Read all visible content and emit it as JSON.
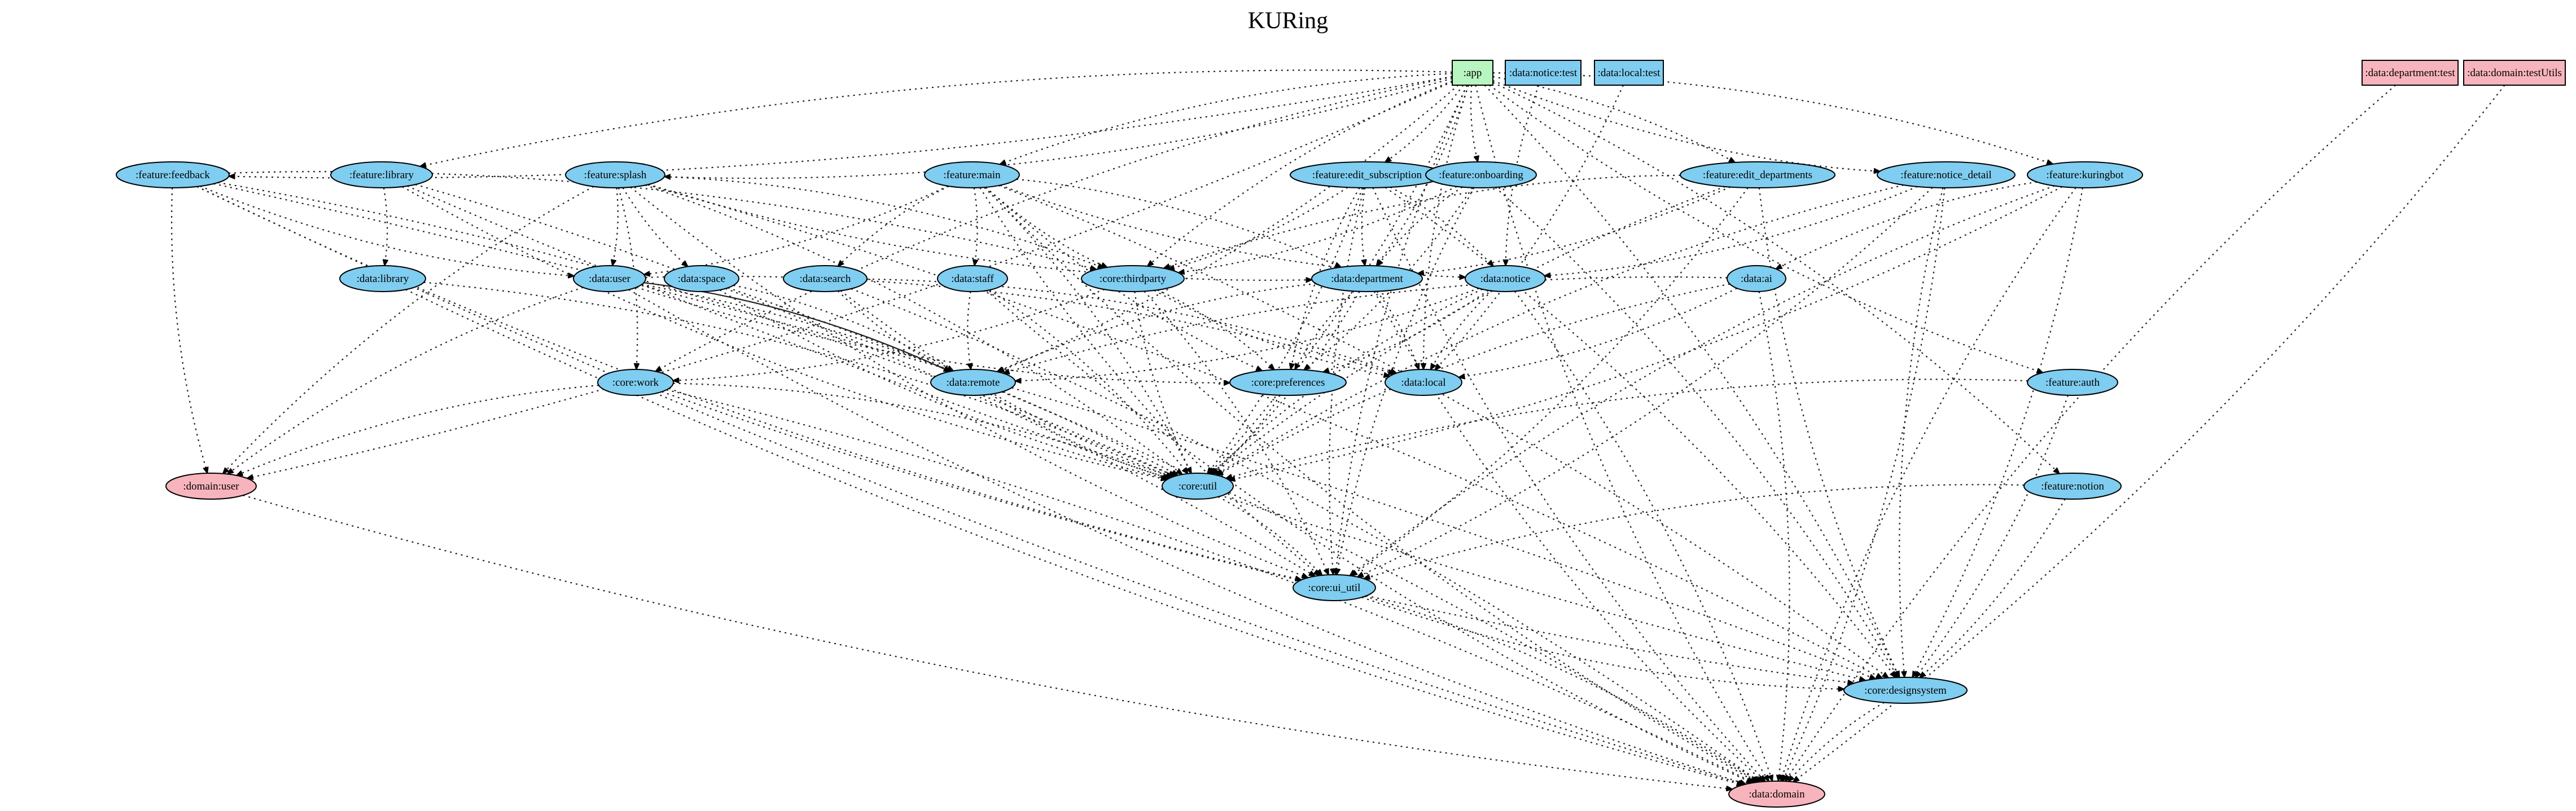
{
  "graph": {
    "title": "KURing",
    "colors": {
      "app": "#b8f5c0",
      "android_module": "#7fcdf0",
      "jvm_module": "#f8b4bc",
      "edge": "#222222"
    },
    "nodes": [
      {
        "id": "app",
        "label": ":app",
        "shape": "box",
        "kind": "app"
      },
      {
        "id": "data_notice_test",
        "label": ":data:notice:test",
        "shape": "box",
        "kind": "android_module"
      },
      {
        "id": "data_local_test",
        "label": ":data:local:test",
        "shape": "box",
        "kind": "android_module"
      },
      {
        "id": "data_department_test",
        "label": ":data:department:test",
        "shape": "box",
        "kind": "jvm_module"
      },
      {
        "id": "data_domain_testUtils",
        "label": ":data:domain:testUtils",
        "shape": "box",
        "kind": "jvm_module"
      },
      {
        "id": "feature_feedback",
        "label": ":feature:feedback",
        "shape": "ellipse",
        "kind": "android_module"
      },
      {
        "id": "feature_library",
        "label": ":feature:library",
        "shape": "ellipse",
        "kind": "android_module"
      },
      {
        "id": "feature_splash",
        "label": ":feature:splash",
        "shape": "ellipse",
        "kind": "android_module"
      },
      {
        "id": "feature_main",
        "label": ":feature:main",
        "shape": "ellipse",
        "kind": "android_module"
      },
      {
        "id": "feature_edit_subscription",
        "label": ":feature:edit_subscription",
        "shape": "ellipse",
        "kind": "android_module"
      },
      {
        "id": "feature_onboarding",
        "label": ":feature:onboarding",
        "shape": "ellipse",
        "kind": "android_module"
      },
      {
        "id": "feature_edit_departments",
        "label": ":feature:edit_departments",
        "shape": "ellipse",
        "kind": "android_module"
      },
      {
        "id": "feature_notice_detail",
        "label": ":feature:notice_detail",
        "shape": "ellipse",
        "kind": "android_module"
      },
      {
        "id": "feature_kuringbot",
        "label": ":feature:kuringbot",
        "shape": "ellipse",
        "kind": "android_module"
      },
      {
        "id": "data_library",
        "label": ":data:library",
        "shape": "ellipse",
        "kind": "android_module"
      },
      {
        "id": "data_user",
        "label": ":data:user",
        "shape": "ellipse",
        "kind": "android_module"
      },
      {
        "id": "data_space",
        "label": ":data:space",
        "shape": "ellipse",
        "kind": "android_module"
      },
      {
        "id": "data_search",
        "label": ":data:search",
        "shape": "ellipse",
        "kind": "android_module"
      },
      {
        "id": "data_staff",
        "label": ":data:staff",
        "shape": "ellipse",
        "kind": "android_module"
      },
      {
        "id": "core_thirdparty",
        "label": ":core:thirdparty",
        "shape": "ellipse",
        "kind": "android_module"
      },
      {
        "id": "data_department",
        "label": ":data:department",
        "shape": "ellipse",
        "kind": "android_module"
      },
      {
        "id": "data_notice",
        "label": ":data:notice",
        "shape": "ellipse",
        "kind": "android_module"
      },
      {
        "id": "data_ai",
        "label": ":data:ai",
        "shape": "ellipse",
        "kind": "android_module"
      },
      {
        "id": "core_work",
        "label": ":core:work",
        "shape": "ellipse",
        "kind": "android_module"
      },
      {
        "id": "data_remote",
        "label": ":data:remote",
        "shape": "ellipse",
        "kind": "android_module"
      },
      {
        "id": "core_preferences",
        "label": ":core:preferences",
        "shape": "ellipse",
        "kind": "android_module"
      },
      {
        "id": "data_local",
        "label": ":data:local",
        "shape": "ellipse",
        "kind": "android_module"
      },
      {
        "id": "feature_auth",
        "label": ":feature:auth",
        "shape": "ellipse",
        "kind": "android_module"
      },
      {
        "id": "domain_user",
        "label": ":domain:user",
        "shape": "ellipse",
        "kind": "jvm_module"
      },
      {
        "id": "core_util",
        "label": ":core:util",
        "shape": "ellipse",
        "kind": "android_module"
      },
      {
        "id": "feature_notion",
        "label": ":feature:notion",
        "shape": "ellipse",
        "kind": "android_module"
      },
      {
        "id": "core_ui_util",
        "label": ":core:ui_util",
        "shape": "ellipse",
        "kind": "android_module"
      },
      {
        "id": "core_designsystem",
        "label": ":core:designsystem",
        "shape": "ellipse",
        "kind": "android_module"
      },
      {
        "id": "data_domain",
        "label": ":data:domain",
        "shape": "ellipse",
        "kind": "jvm_module"
      }
    ],
    "edges": [
      {
        "from": "app",
        "to": "feature_feedback",
        "style": "dotted"
      },
      {
        "from": "app",
        "to": "feature_library",
        "style": "dotted"
      },
      {
        "from": "app",
        "to": "feature_splash",
        "style": "dotted"
      },
      {
        "from": "app",
        "to": "feature_main",
        "style": "dotted"
      },
      {
        "from": "app",
        "to": "feature_edit_subscription",
        "style": "dotted"
      },
      {
        "from": "app",
        "to": "feature_onboarding",
        "style": "dotted"
      },
      {
        "from": "app",
        "to": "feature_edit_departments",
        "style": "dotted"
      },
      {
        "from": "app",
        "to": "feature_notice_detail",
        "style": "dotted"
      },
      {
        "from": "app",
        "to": "feature_kuringbot",
        "style": "dotted"
      },
      {
        "from": "app",
        "to": "feature_auth",
        "style": "dotted"
      },
      {
        "from": "app",
        "to": "feature_notion",
        "style": "dotted"
      },
      {
        "from": "app",
        "to": "core_thirdparty",
        "style": "dotted"
      },
      {
        "from": "app",
        "to": "data_department",
        "style": "dotted"
      },
      {
        "from": "app",
        "to": "data_local",
        "style": "dotted"
      },
      {
        "from": "app",
        "to": "core_util",
        "style": "dotted"
      },
      {
        "from": "app",
        "to": "core_ui_util",
        "style": "dotted"
      },
      {
        "from": "app",
        "to": "core_designsystem",
        "style": "dotted"
      },
      {
        "from": "app",
        "to": "data_domain",
        "style": "dotted"
      },
      {
        "from": "app",
        "to": "domain_user",
        "style": "dotted"
      },
      {
        "from": "app",
        "to": "core_work",
        "style": "dotted"
      },
      {
        "from": "app",
        "to": "data_remote",
        "style": "dotted"
      },
      {
        "from": "data_notice_test",
        "to": "data_notice",
        "style": "dotted"
      },
      {
        "from": "data_local_test",
        "to": "data_local",
        "style": "dotted"
      },
      {
        "from": "data_department_test",
        "to": "data_domain",
        "style": "dotted"
      },
      {
        "from": "data_domain_testUtils",
        "to": "data_domain",
        "style": "dotted"
      },
      {
        "from": "feature_feedback",
        "to": "data_user",
        "style": "dotted"
      },
      {
        "from": "feature_feedback",
        "to": "core_thirdparty",
        "style": "dotted"
      },
      {
        "from": "feature_feedback",
        "to": "domain_user",
        "style": "dotted"
      },
      {
        "from": "feature_feedback",
        "to": "core_util",
        "style": "dotted"
      },
      {
        "from": "feature_feedback",
        "to": "core_ui_util",
        "style": "dotted"
      },
      {
        "from": "feature_feedback",
        "to": "core_designsystem",
        "style": "dotted"
      },
      {
        "from": "feature_feedback",
        "to": "data_domain",
        "style": "dotted"
      },
      {
        "from": "feature_library",
        "to": "data_library",
        "style": "dotted"
      },
      {
        "from": "feature_library",
        "to": "core_util",
        "style": "dotted"
      },
      {
        "from": "feature_library",
        "to": "core_ui_util",
        "style": "dotted"
      },
      {
        "from": "feature_library",
        "to": "core_designsystem",
        "style": "dotted"
      },
      {
        "from": "feature_splash",
        "to": "data_user",
        "style": "dotted"
      },
      {
        "from": "feature_splash",
        "to": "data_space",
        "style": "dotted"
      },
      {
        "from": "feature_splash",
        "to": "core_thirdparty",
        "style": "dotted"
      },
      {
        "from": "feature_splash",
        "to": "data_department",
        "style": "dotted"
      },
      {
        "from": "feature_splash",
        "to": "core_work",
        "style": "dotted"
      },
      {
        "from": "feature_splash",
        "to": "domain_user",
        "style": "dotted"
      },
      {
        "from": "feature_splash",
        "to": "core_util",
        "style": "dotted"
      },
      {
        "from": "feature_splash",
        "to": "core_ui_util",
        "style": "dotted"
      },
      {
        "from": "feature_splash",
        "to": "core_designsystem",
        "style": "dotted"
      },
      {
        "from": "feature_main",
        "to": "data_search",
        "style": "dotted"
      },
      {
        "from": "feature_main",
        "to": "data_staff",
        "style": "dotted"
      },
      {
        "from": "feature_main",
        "to": "core_thirdparty",
        "style": "dotted"
      },
      {
        "from": "feature_main",
        "to": "data_department",
        "style": "dotted"
      },
      {
        "from": "feature_main",
        "to": "data_notice",
        "style": "dotted"
      },
      {
        "from": "feature_main",
        "to": "data_user",
        "style": "dotted"
      },
      {
        "from": "feature_main",
        "to": "core_preferences",
        "style": "dotted"
      },
      {
        "from": "feature_main",
        "to": "core_util",
        "style": "dotted"
      },
      {
        "from": "feature_main",
        "to": "core_ui_util",
        "style": "dotted"
      },
      {
        "from": "feature_main",
        "to": "core_designsystem",
        "style": "dotted"
      },
      {
        "from": "feature_main",
        "to": "data_domain",
        "style": "dotted"
      },
      {
        "from": "feature_edit_subscription",
        "to": "core_thirdparty",
        "style": "dotted"
      },
      {
        "from": "feature_edit_subscription",
        "to": "data_department",
        "style": "dotted"
      },
      {
        "from": "feature_edit_subscription",
        "to": "data_notice",
        "style": "dotted"
      },
      {
        "from": "feature_edit_subscription",
        "to": "core_preferences",
        "style": "dotted"
      },
      {
        "from": "feature_edit_subscription",
        "to": "core_util",
        "style": "dotted"
      },
      {
        "from": "feature_edit_subscription",
        "to": "core_ui_util",
        "style": "dotted"
      },
      {
        "from": "feature_edit_subscription",
        "to": "core_designsystem",
        "style": "dotted"
      },
      {
        "from": "feature_edit_subscription",
        "to": "data_domain",
        "style": "dotted"
      },
      {
        "from": "feature_onboarding",
        "to": "core_thirdparty",
        "style": "dotted"
      },
      {
        "from": "feature_onboarding",
        "to": "data_department",
        "style": "dotted"
      },
      {
        "from": "feature_onboarding",
        "to": "core_preferences",
        "style": "dotted"
      },
      {
        "from": "feature_onboarding",
        "to": "core_ui_util",
        "style": "dotted"
      },
      {
        "from": "feature_onboarding",
        "to": "core_designsystem",
        "style": "dotted"
      },
      {
        "from": "feature_edit_departments",
        "to": "core_thirdparty",
        "style": "dotted"
      },
      {
        "from": "feature_edit_departments",
        "to": "data_department",
        "style": "dotted"
      },
      {
        "from": "feature_edit_departments",
        "to": "core_util",
        "style": "dotted"
      },
      {
        "from": "feature_edit_departments",
        "to": "core_ui_util",
        "style": "dotted"
      },
      {
        "from": "feature_edit_departments",
        "to": "core_designsystem",
        "style": "dotted"
      },
      {
        "from": "feature_notice_detail",
        "to": "data_notice",
        "style": "dotted"
      },
      {
        "from": "feature_notice_detail",
        "to": "core_util",
        "style": "dotted"
      },
      {
        "from": "feature_notice_detail",
        "to": "core_ui_util",
        "style": "dotted"
      },
      {
        "from": "feature_notice_detail",
        "to": "core_designsystem",
        "style": "dotted"
      },
      {
        "from": "feature_notice_detail",
        "to": "data_domain",
        "style": "dotted"
      },
      {
        "from": "feature_kuringbot",
        "to": "data_ai",
        "style": "dotted"
      },
      {
        "from": "feature_kuringbot",
        "to": "core_util",
        "style": "dotted"
      },
      {
        "from": "feature_kuringbot",
        "to": "core_ui_util",
        "style": "dotted"
      },
      {
        "from": "feature_kuringbot",
        "to": "core_designsystem",
        "style": "dotted"
      },
      {
        "from": "feature_kuringbot",
        "to": "data_domain",
        "style": "dotted"
      },
      {
        "from": "data_library",
        "to": "core_util",
        "style": "dotted"
      },
      {
        "from": "data_library",
        "to": "data_domain",
        "style": "dotted"
      },
      {
        "from": "data_user",
        "to": "data_remote",
        "style": "solid"
      },
      {
        "from": "data_user",
        "to": "core_preferences",
        "style": "dotted"
      },
      {
        "from": "data_user",
        "to": "data_local",
        "style": "dotted"
      },
      {
        "from": "data_user",
        "to": "domain_user",
        "style": "dotted"
      },
      {
        "from": "data_user",
        "to": "core_util",
        "style": "dotted"
      },
      {
        "from": "data_user",
        "to": "data_domain",
        "style": "dotted"
      },
      {
        "from": "data_space",
        "to": "data_remote",
        "style": "dotted"
      },
      {
        "from": "data_space",
        "to": "core_util",
        "style": "dotted"
      },
      {
        "from": "data_space",
        "to": "data_domain",
        "style": "dotted"
      },
      {
        "from": "data_search",
        "to": "data_remote",
        "style": "dotted"
      },
      {
        "from": "data_search",
        "to": "data_local",
        "style": "dotted"
      },
      {
        "from": "data_search",
        "to": "core_util",
        "style": "dotted"
      },
      {
        "from": "data_search",
        "to": "data_domain",
        "style": "dotted"
      },
      {
        "from": "data_staff",
        "to": "data_remote",
        "style": "dotted"
      },
      {
        "from": "data_staff",
        "to": "core_util",
        "style": "dotted"
      },
      {
        "from": "data_staff",
        "to": "data_domain",
        "style": "dotted"
      },
      {
        "from": "core_thirdparty",
        "to": "core_preferences",
        "style": "dotted"
      },
      {
        "from": "core_thirdparty",
        "to": "core_util",
        "style": "dotted"
      },
      {
        "from": "core_thirdparty",
        "to": "core_work",
        "style": "dotted"
      },
      {
        "from": "core_thirdparty",
        "to": "data_local",
        "style": "dotted"
      },
      {
        "from": "core_thirdparty",
        "to": "core_ui_util",
        "style": "dotted"
      },
      {
        "from": "data_department",
        "to": "data_remote",
        "style": "dotted"
      },
      {
        "from": "data_department",
        "to": "data_local",
        "style": "dotted"
      },
      {
        "from": "data_department",
        "to": "core_preferences",
        "style": "dotted"
      },
      {
        "from": "data_department",
        "to": "core_util",
        "style": "dotted"
      },
      {
        "from": "data_department",
        "to": "data_domain",
        "style": "dotted"
      },
      {
        "from": "data_notice",
        "to": "data_remote",
        "style": "dotted"
      },
      {
        "from": "data_notice",
        "to": "data_local",
        "style": "dotted"
      },
      {
        "from": "data_notice",
        "to": "core_preferences",
        "style": "dotted"
      },
      {
        "from": "data_notice",
        "to": "core_util",
        "style": "dotted"
      },
      {
        "from": "data_notice",
        "to": "data_domain",
        "style": "dotted"
      },
      {
        "from": "data_ai",
        "to": "data_remote",
        "style": "dotted"
      },
      {
        "from": "data_ai",
        "to": "data_local",
        "style": "dotted"
      },
      {
        "from": "data_ai",
        "to": "core_util",
        "style": "dotted"
      },
      {
        "from": "data_ai",
        "to": "data_domain",
        "style": "dotted"
      },
      {
        "from": "core_work",
        "to": "domain_user",
        "style": "dotted"
      },
      {
        "from": "core_work",
        "to": "core_util",
        "style": "dotted"
      },
      {
        "from": "core_work",
        "to": "core_designsystem",
        "style": "dotted"
      },
      {
        "from": "core_work",
        "to": "data_domain",
        "style": "dotted"
      },
      {
        "from": "data_remote",
        "to": "core_util",
        "style": "dotted"
      },
      {
        "from": "core_preferences",
        "to": "core_util",
        "style": "dotted"
      },
      {
        "from": "feature_auth",
        "to": "core_util",
        "style": "dotted"
      },
      {
        "from": "feature_auth",
        "to": "core_designsystem",
        "style": "dotted"
      },
      {
        "from": "feature_notion",
        "to": "core_ui_util",
        "style": "dotted"
      },
      {
        "from": "feature_notion",
        "to": "core_designsystem",
        "style": "dotted"
      },
      {
        "from": "domain_user",
        "to": "data_domain",
        "style": "dotted"
      },
      {
        "from": "core_util",
        "to": "core_ui_util",
        "style": "dotted"
      },
      {
        "from": "core_ui_util",
        "to": "core_designsystem",
        "style": "dotted"
      },
      {
        "from": "core_ui_util",
        "to": "data_domain",
        "style": "dotted"
      },
      {
        "from": "core_designsystem",
        "to": "data_domain",
        "style": "dotted"
      }
    ]
  }
}
